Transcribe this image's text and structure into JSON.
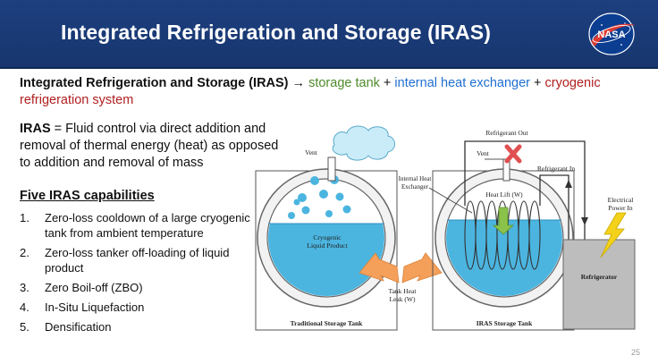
{
  "header": {
    "title": "Integrated Refrigeration and Storage (IRAS)",
    "logo_text": "NASA"
  },
  "subtitle": {
    "prefix": "Integrated Refrigeration and Storage (IRAS)",
    "arrow": " → ",
    "storage_tank": "storage tank",
    "plus1": " + ",
    "heat_exchanger": "internal heat exchanger",
    "plus2": " + ",
    "cryo": "cryogenic refrigeration system"
  },
  "definition": {
    "term": "IRAS",
    "text": " = Fluid control via direct addition and removal of thermal energy (heat) as opposed to addition and removal of mass"
  },
  "capabilities": {
    "heading": "Five IRAS capabilities",
    "items": [
      {
        "num": "1.",
        "text": "Zero-loss cooldown of a large cryogenic tank from ambient temperature"
      },
      {
        "num": "2.",
        "text": "Zero-loss tanker off-loading of liquid product"
      },
      {
        "num": "3.",
        "text": "Zero Boil-off (ZBO)"
      },
      {
        "num": "4.",
        "text": "In-Situ Liquefaction"
      },
      {
        "num": "5.",
        "text": "Densification"
      }
    ]
  },
  "diagram": {
    "vent_left": "Vent",
    "liquid_line1": "Cryogenic",
    "liquid_line2": "Liquid Product",
    "traditional_label": "Traditional Storage Tank",
    "tank_heat_line1": "Tank Heat",
    "tank_heat_line2": "Leak (W)",
    "hx_line1": "Internal Heat",
    "hx_line2": "Exchanger",
    "refrigerant_out": "Refrigerant Out",
    "vent_right": "Vent",
    "refrigerant_in": "Refrigerant In",
    "heat_lift": "Heat Lift (W)",
    "electrical_line1": "Electrical",
    "electrical_line2": "Power In",
    "refrigerator": "Refrigerator",
    "iras_label": "IRAS Storage Tank"
  },
  "page_number": "25",
  "colors": {
    "header_bg": "#1d3f7e",
    "liquid": "#4bb5e0",
    "arrow_orange": "#f5a05a",
    "lightning": "#f4d21a",
    "red_x": "#e05050",
    "refrigerator_box": "#bdbdbd"
  }
}
